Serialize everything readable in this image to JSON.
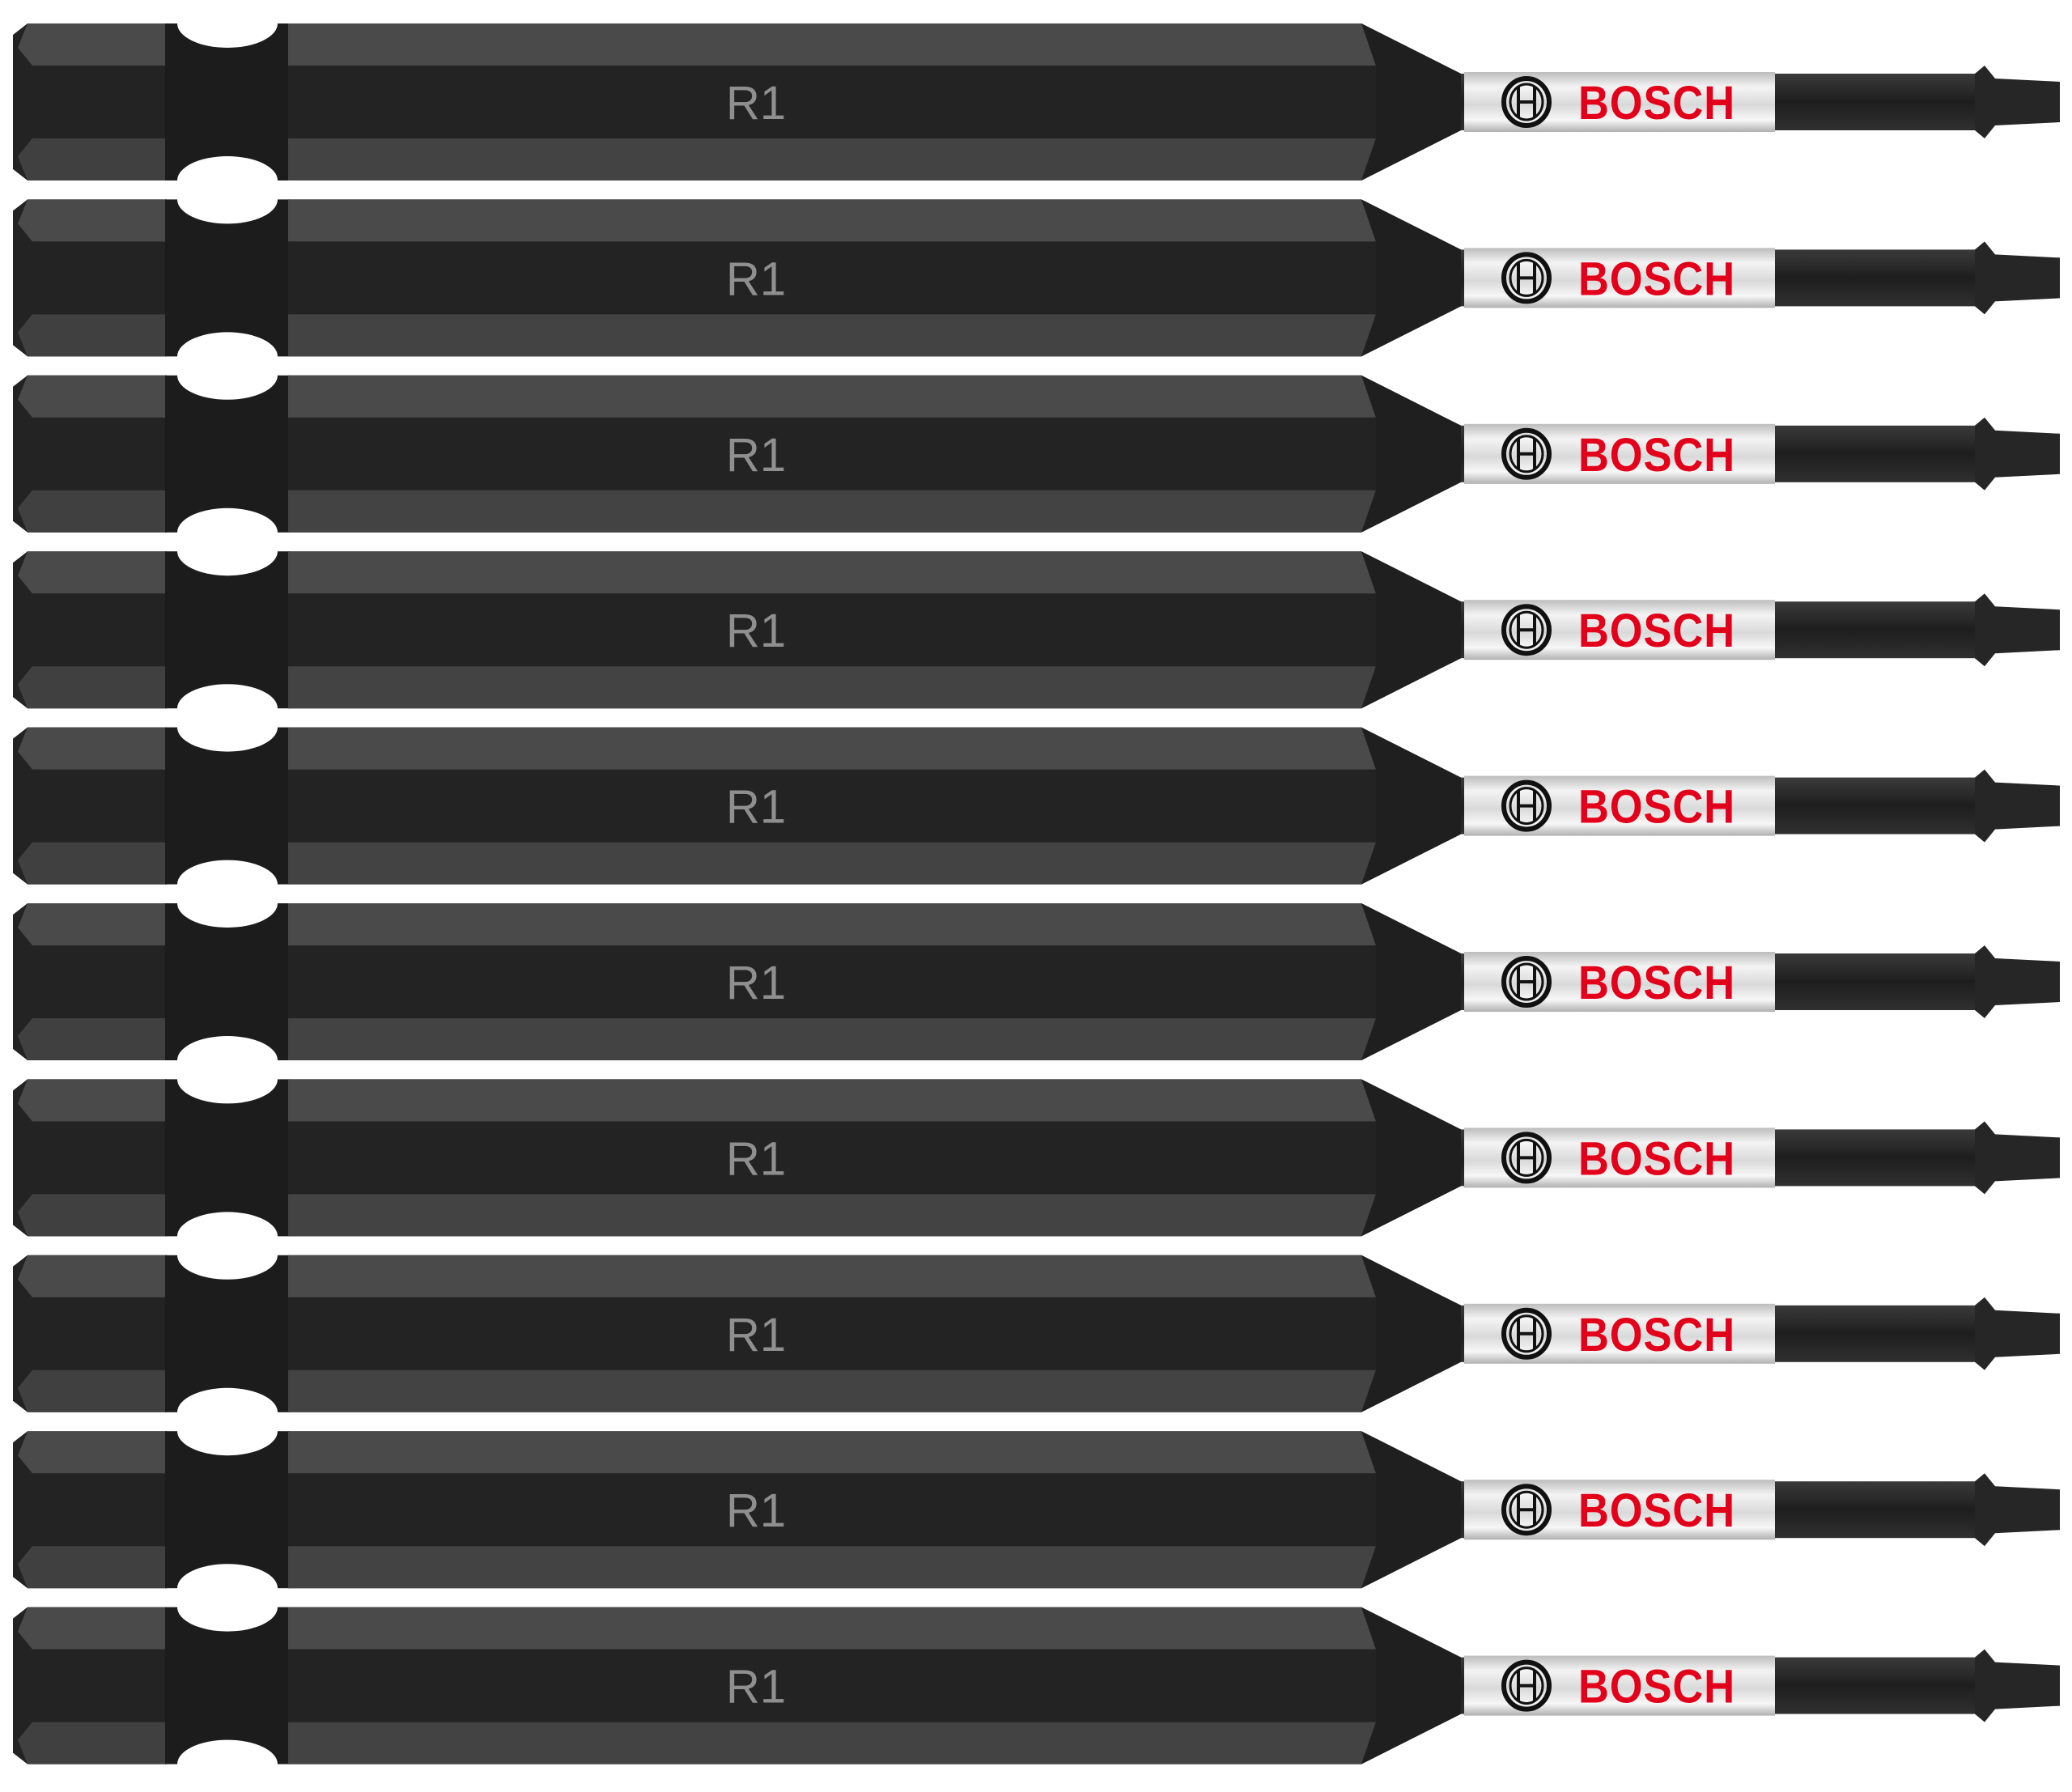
{
  "product": {
    "brand": "BOSCH",
    "bit_count": 10,
    "bits": [
      {
        "label": "R1",
        "brand": "BOSCH"
      },
      {
        "label": "R1",
        "brand": "BOSCH"
      },
      {
        "label": "R1",
        "brand": "BOSCH"
      },
      {
        "label": "R1",
        "brand": "BOSCH"
      },
      {
        "label": "R1",
        "brand": "BOSCH"
      },
      {
        "label": "R1",
        "brand": "BOSCH"
      },
      {
        "label": "R1",
        "brand": "BOSCH"
      },
      {
        "label": "R1",
        "brand": "BOSCH"
      },
      {
        "label": "R1",
        "brand": "BOSCH"
      },
      {
        "label": "R1",
        "brand": "BOSCH"
      }
    ]
  },
  "colors": {
    "background": "#ffffff",
    "steel_dark": "#232323",
    "steel_facet": "#4a4a4a",
    "brand_red": "#e2001a",
    "band_silver": "#e6e6e6",
    "label_gray": "#8f8f8f"
  }
}
